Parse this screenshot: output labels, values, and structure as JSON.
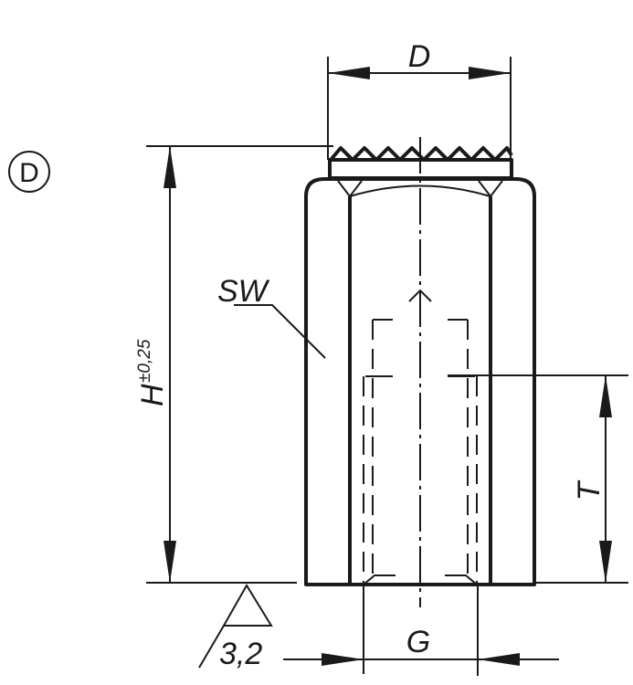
{
  "view_marker": "D",
  "dimensions": {
    "diameter": "D",
    "height": "H",
    "height_tolerance": "±0,25",
    "thread_depth": "T",
    "thread": "G",
    "wrench_size": "SW"
  },
  "surface_roughness": "3,2"
}
